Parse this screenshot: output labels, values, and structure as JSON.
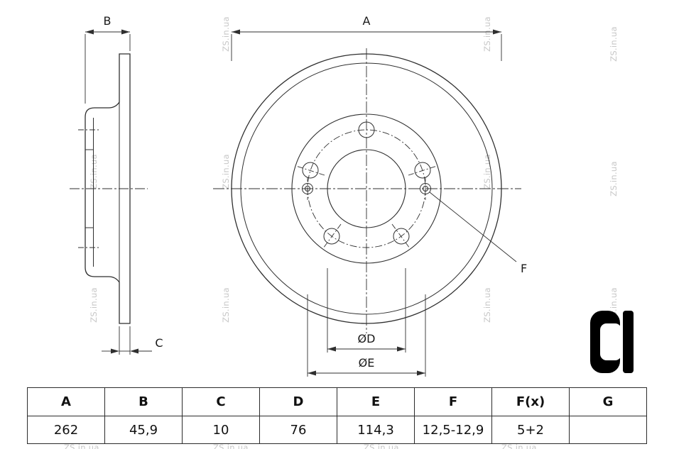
{
  "watermark": {
    "text": "ZS.in.ua"
  },
  "drawing": {
    "dim_a": "A",
    "dim_b": "B",
    "dim_c": "C",
    "dim_f": "F",
    "dim_d": "ØD",
    "dim_e": "ØE"
  },
  "table": {
    "headers": [
      "A",
      "B",
      "C",
      "D",
      "E",
      "F",
      "F(x)",
      "G"
    ],
    "rows": [
      [
        "262",
        "45,9",
        "10",
        "76",
        "114,3",
        "12,5-12,9",
        "5+2",
        ""
      ]
    ]
  },
  "colors": {
    "line": "#2f2f2f",
    "watermark": "#c7c7c7",
    "background": "#ffffff"
  }
}
